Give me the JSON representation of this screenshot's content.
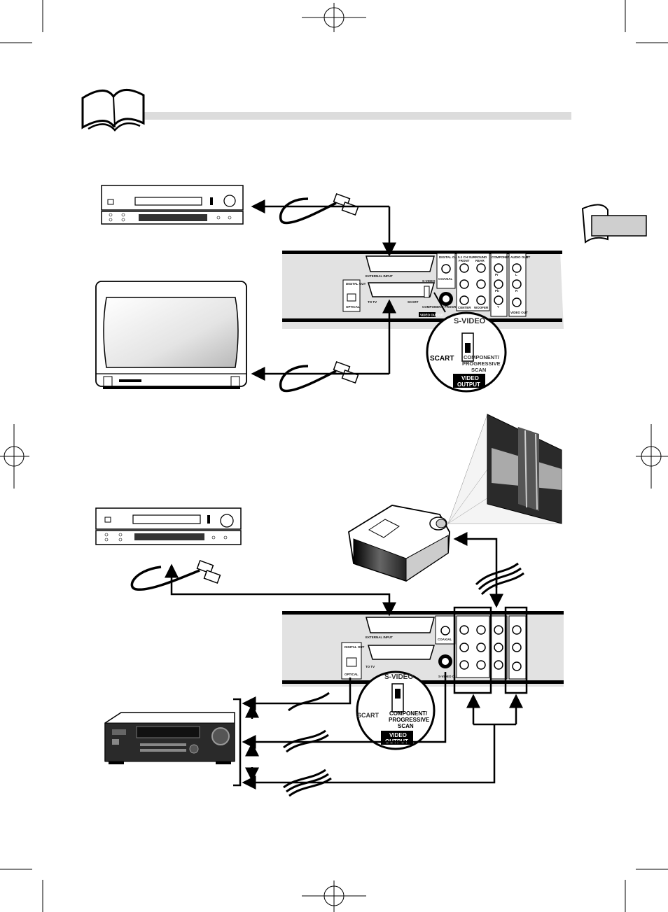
{
  "top_panel": {
    "external_input": "EXTERNAL INPUT",
    "to_tv": "TO TV",
    "scart": "SCART",
    "s_video": "S-VIDEO",
    "component": "COMPONENT/ PROGRESSIVE SCAN",
    "video_output": "VIDEO OUTPUT",
    "digital_out": "DIGITAL OUT",
    "optical": "OPTICAL",
    "coaxial": "COAXIAL",
    "surround": "5.1 CH SURROUND",
    "front": "FRONT",
    "rear": "REAR",
    "center": "CENTER",
    "woofer": "WOOFER",
    "component_video_out": "COMPONENT VIDEO OUT",
    "audio_out": "AUDIO OUT",
    "video_out": "VIDEO OUT",
    "s_video_out": "S-VIDEO OUT",
    "pr": "Pr",
    "pb": "Pb",
    "y": "Y",
    "l": "L",
    "r": "R"
  },
  "top_zoom": {
    "s_video": "S-VIDEO",
    "scart": "SCART",
    "component_line1": "COMPONENT/",
    "component_line2": "PROGRESSIVE",
    "component_line3": "SCAN",
    "video_output_line1": "VIDEO",
    "video_output_line2": "OUTPUT"
  },
  "bottom_zoom": {
    "s_video": "S-VIDEO",
    "scart": "SCART",
    "component_line1": "COMPONENT/",
    "component_line2": "PROGRESSIVE",
    "component_line3": "SCAN",
    "video_output_line1": "VIDEO",
    "video_output_line2": "OUTPUT"
  }
}
